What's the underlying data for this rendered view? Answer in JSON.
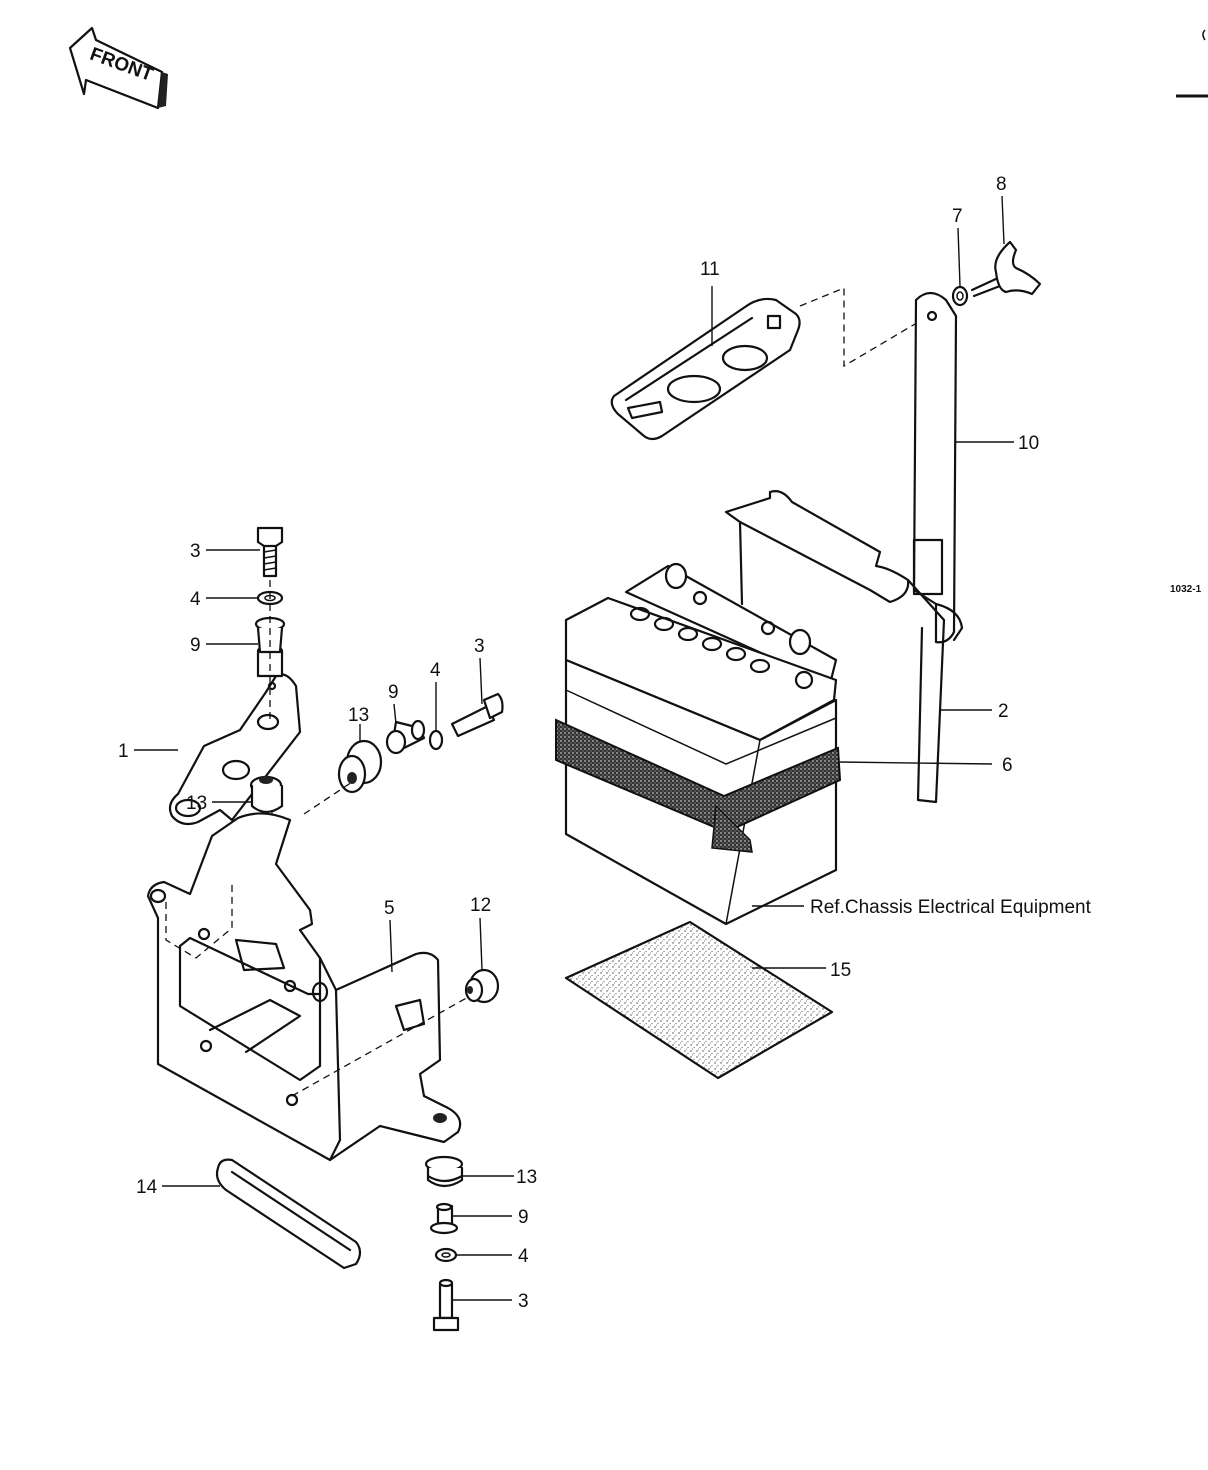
{
  "front_label": "FRONT",
  "ref_note": "Ref.Chassis Electrical Equipment",
  "figure_code": "1032-1",
  "callouts": {
    "c1": "1",
    "c2": "2",
    "c3a": "3",
    "c3b": "3",
    "c3c": "3",
    "c4a": "4",
    "c4b": "4",
    "c4c": "4",
    "c5": "5",
    "c6": "6",
    "c7": "7",
    "c8": "8",
    "c9a": "9",
    "c9b": "9",
    "c9c": "9",
    "c10": "10",
    "c11": "11",
    "c12": "12",
    "c13a": "13",
    "c13b": "13",
    "c13c": "13",
    "c14": "14",
    "c15": "15"
  }
}
